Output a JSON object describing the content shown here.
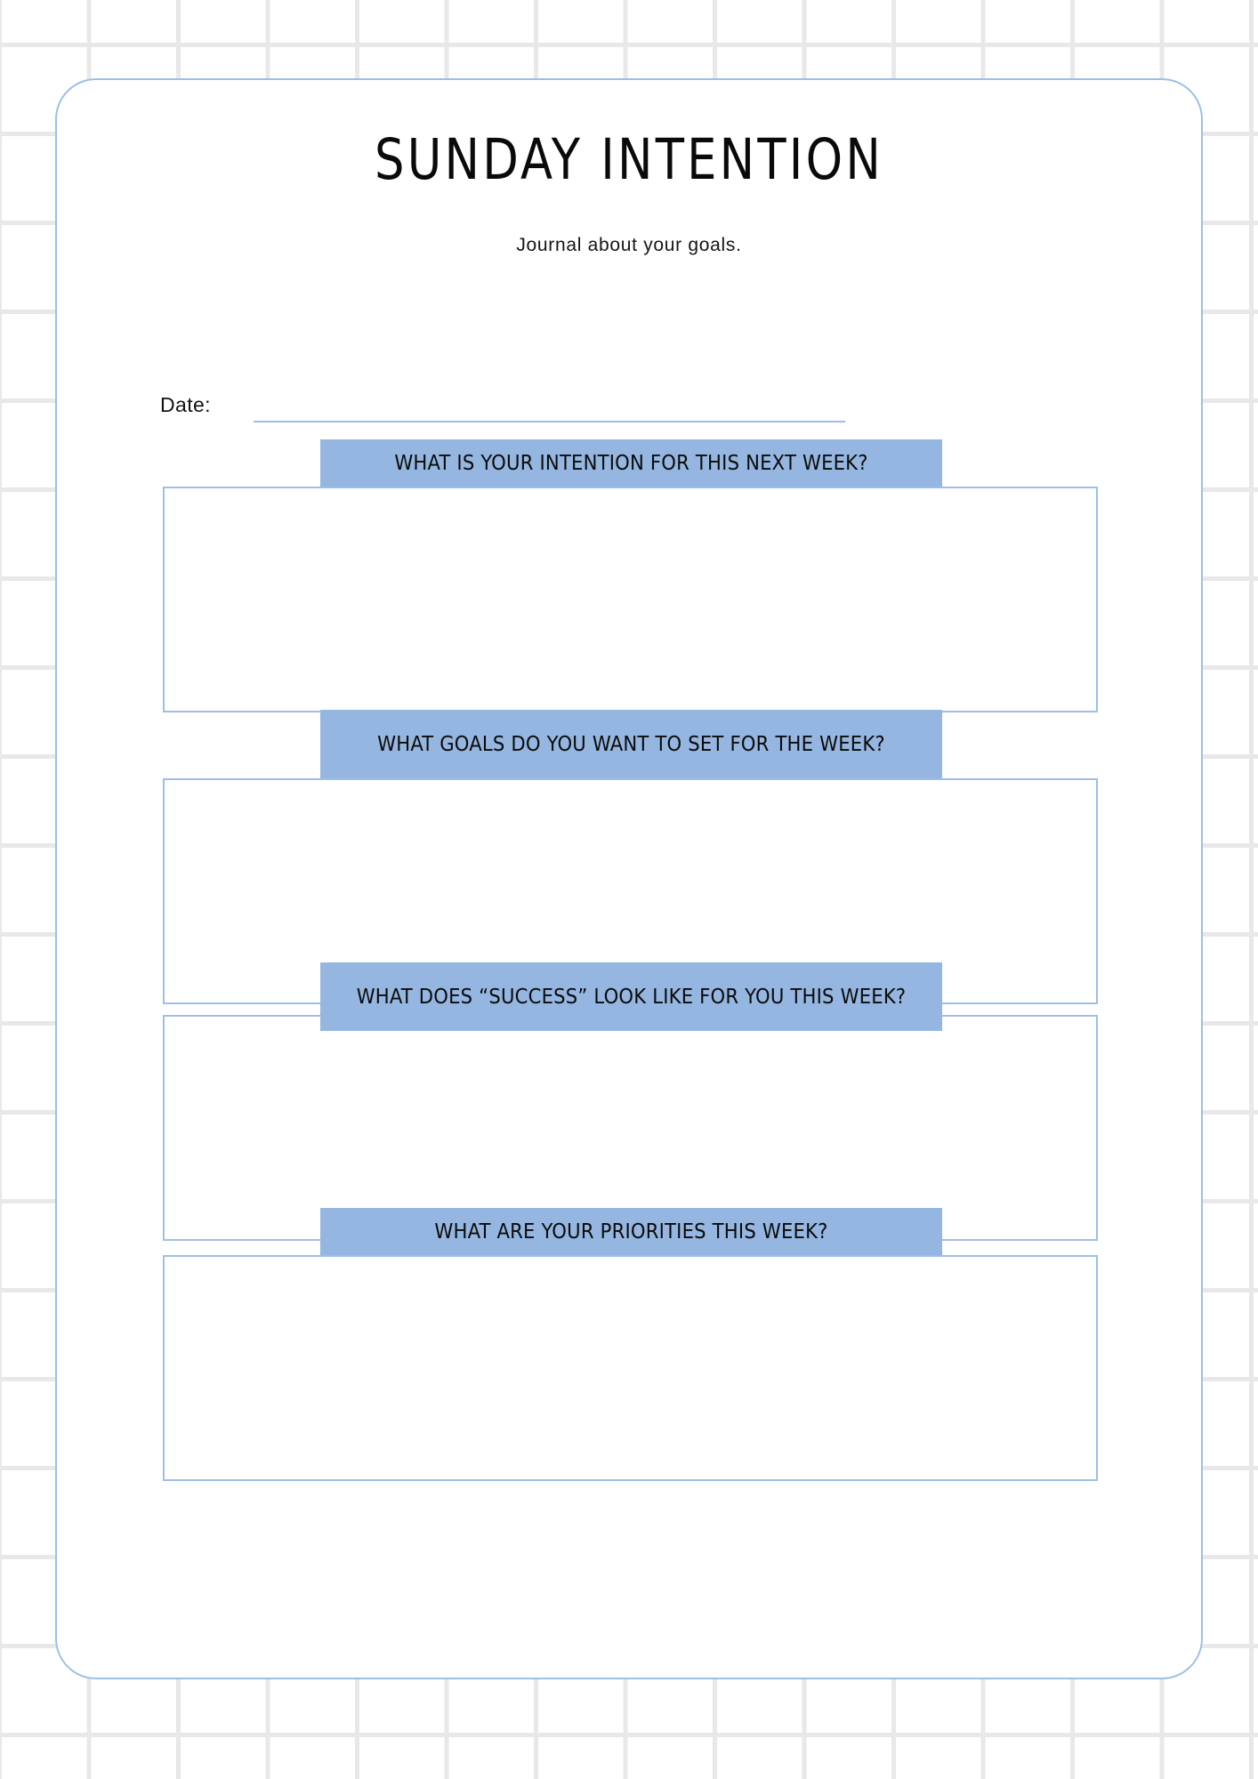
{
  "page": {
    "title": "SUNDAY INTENTION",
    "subtitle": "Journal about your goals."
  },
  "date_field": {
    "label": "Date:",
    "value": "",
    "placeholder": ""
  },
  "questions": [
    {
      "id": "intention",
      "prompt": "WHAT IS YOUR INTENTION FOR THIS NEXT WEEK?",
      "answer": "",
      "placeholder": ""
    },
    {
      "id": "goals",
      "prompt": "WHAT GOALS DO YOU WANT TO SET FOR THE WEEK?",
      "answer": "",
      "placeholder": ""
    },
    {
      "id": "success",
      "prompt": "WHAT DOES “SUCCESS” LOOK LIKE FOR YOU THIS WEEK?",
      "answer": "",
      "placeholder": ""
    },
    {
      "id": "priorities",
      "prompt": "WHAT ARE YOUR PRIORITIES THIS WEEK?",
      "answer": "",
      "placeholder": ""
    }
  ],
  "colors": {
    "banner_fill": "#94b6e0",
    "border_blue": "#9dbfe6",
    "grid_line": "#e8e8e8",
    "card_background": "#ffffff",
    "text": "#0b0b0b"
  }
}
